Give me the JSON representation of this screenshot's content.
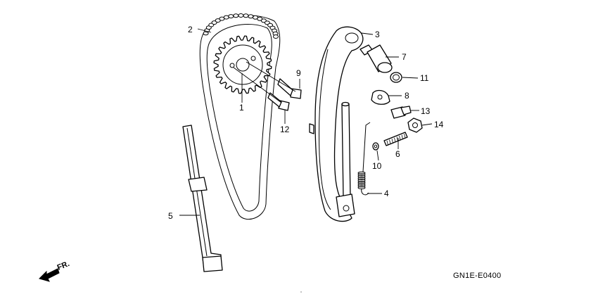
{
  "callouts": [
    {
      "label": "1",
      "part": "cam-sprocket"
    },
    {
      "label": "2",
      "part": "cam-chain"
    },
    {
      "label": "3",
      "part": "tensioner-arm"
    },
    {
      "label": "4",
      "part": "tensioner-spring"
    },
    {
      "label": "5",
      "part": "chain-guide"
    },
    {
      "label": "6",
      "part": "adjusting-bolt"
    },
    {
      "label": "7",
      "part": "tensioner-push-rod"
    },
    {
      "label": "8",
      "part": "stopper-plate"
    },
    {
      "label": "9",
      "part": "sprocket-bolt-upper"
    },
    {
      "label": "10",
      "part": "washer"
    },
    {
      "label": "11",
      "part": "o-ring"
    },
    {
      "label": "12",
      "part": "sprocket-bolt-lower"
    },
    {
      "label": "13",
      "part": "flange-bolt"
    },
    {
      "label": "14",
      "part": "nut"
    }
  ],
  "direction_indicator": {
    "label": "FR.",
    "icon": "front-arrow-icon"
  },
  "diagram_code": "GN1E-E0400"
}
